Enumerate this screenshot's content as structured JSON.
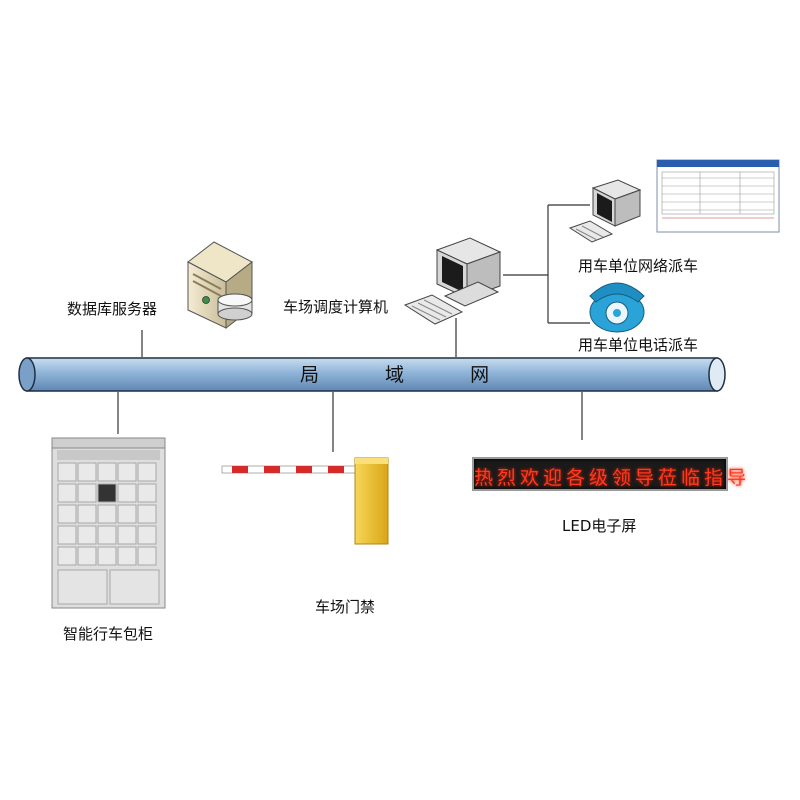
{
  "nodes": {
    "database_server": "数据库服务器",
    "dispatch_computer": "车场调度计算机",
    "network_dispatch": "用车单位网络派车",
    "phone_dispatch": "用车单位电话派车",
    "smart_locker": "智能行车包柜",
    "gate": "车场门禁",
    "led_screen": "LED电子屏"
  },
  "network": {
    "label": "局 域 网"
  },
  "led_message": "热烈欢迎各级领导莅临指导",
  "colors": {
    "pipe": "#8fb4d8",
    "pipe_edge": "#1f2f44",
    "led_text": "#ff3a1e",
    "barrier_red": "#d42a2a",
    "barrier_post": "#f2c12e",
    "phone": "#2aa3d8"
  },
  "icons": {
    "server": "server-icon",
    "desktop": "desktop-computer-icon",
    "phone": "rotary-phone-icon",
    "locker": "locker-cabinet-icon",
    "barrier": "barrier-gate-icon",
    "led": "led-display-icon"
  }
}
